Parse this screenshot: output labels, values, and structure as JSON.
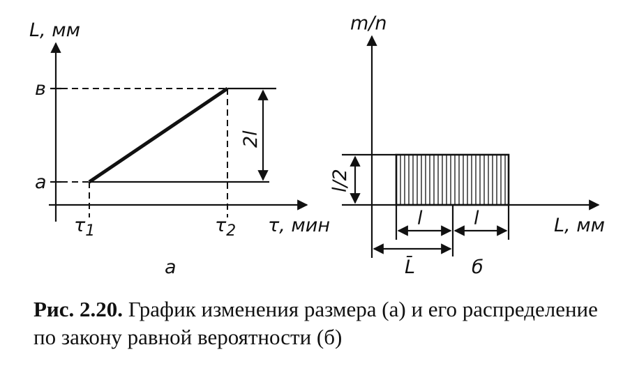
{
  "panel_a": {
    "y_axis_label": "L, мм",
    "x_axis_label": "τ, мин",
    "tick_b": "в",
    "tick_a": "a",
    "tick_t1": "τ",
    "tick_t1_sub": "1",
    "tick_t2": "τ",
    "tick_t2_sub": "2",
    "dim_label": "2l",
    "panel_letter": "a"
  },
  "panel_b": {
    "y_axis_label": "m/n",
    "x_axis_label": "L, мм",
    "height_label": "l/2",
    "half_width_label_left": "l",
    "half_width_label_right": "l",
    "mean_label": "L̄",
    "panel_letter": "б"
  },
  "caption": {
    "prefix": "Рис. 2.20.",
    "text": " График изменения размера (а) и его распределение по закону равной вероятности (б)"
  }
}
